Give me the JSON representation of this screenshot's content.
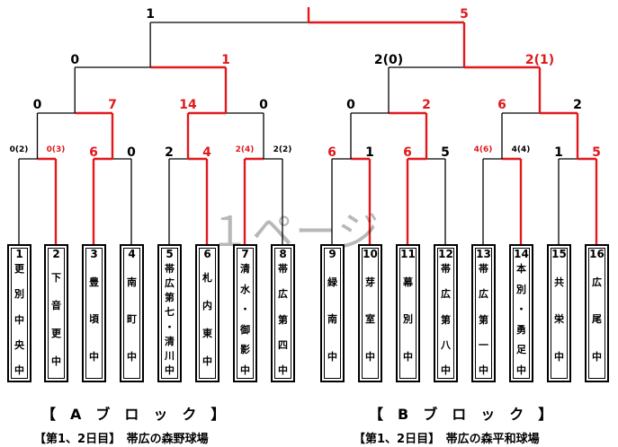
{
  "teams": [
    {
      "num": "1",
      "chars": [
        "更",
        "別",
        "中",
        "央",
        "中"
      ]
    },
    {
      "num": "2",
      "chars": [
        "下",
        "音",
        "更",
        "中"
      ]
    },
    {
      "num": "3",
      "chars": [
        "豊",
        "頃",
        "中"
      ]
    },
    {
      "num": "4",
      "chars": [
        "南",
        "町",
        "中"
      ]
    },
    {
      "num": "5",
      "chars": [
        "帯",
        "広",
        "第",
        "七",
        "・",
        "清",
        "川",
        "中"
      ]
    },
    {
      "num": "6",
      "chars": [
        "札",
        "内",
        "東",
        "中"
      ]
    },
    {
      "num": "7",
      "chars": [
        "清",
        "水",
        "・",
        "御",
        "影",
        "中"
      ]
    },
    {
      "num": "8",
      "chars": [
        "帯",
        "広",
        "第",
        "四",
        "中"
      ]
    },
    {
      "num": "9",
      "chars": [
        "緑",
        "南",
        "中"
      ]
    },
    {
      "num": "10",
      "chars": [
        "芽",
        "室",
        "中"
      ]
    },
    {
      "num": "11",
      "chars": [
        "幕",
        "別",
        "中"
      ]
    },
    {
      "num": "12",
      "chars": [
        "帯",
        "広",
        "第",
        "八",
        "中"
      ]
    },
    {
      "num": "13",
      "chars": [
        "帯",
        "広",
        "第",
        "一",
        "中"
      ]
    },
    {
      "num": "14",
      "chars": [
        "本",
        "別",
        "・",
        "勇",
        "足",
        "中"
      ]
    },
    {
      "num": "15",
      "chars": [
        "共",
        "栄",
        "中"
      ]
    },
    {
      "num": "16",
      "chars": [
        "広",
        "尾",
        "中"
      ]
    }
  ],
  "scores": [
    {
      "text": "0(2)",
      "color": "black",
      "size": "small"
    },
    {
      "text": "0(3)",
      "color": "red",
      "size": "small"
    },
    {
      "text": "6",
      "color": "red",
      "size": "big"
    },
    {
      "text": "0",
      "color": "black",
      "size": "big"
    },
    {
      "text": "2",
      "color": "black",
      "size": "big"
    },
    {
      "text": "4",
      "color": "red",
      "size": "big"
    },
    {
      "text": "2(4)",
      "color": "red",
      "size": "small"
    },
    {
      "text": "2(2)",
      "color": "black",
      "size": "small"
    },
    {
      "text": "6",
      "color": "red",
      "size": "big"
    },
    {
      "text": "1",
      "color": "black",
      "size": "big"
    },
    {
      "text": "6",
      "color": "red",
      "size": "big"
    },
    {
      "text": "5",
      "color": "black",
      "size": "big"
    },
    {
      "text": "4(6)",
      "color": "red",
      "size": "small"
    },
    {
      "text": "4(4)",
      "color": "black",
      "size": "small"
    },
    {
      "text": "1",
      "color": "black",
      "size": "big"
    },
    {
      "text": "5",
      "color": "red",
      "size": "big"
    },
    {
      "text": "0",
      "color": "black",
      "size": "big"
    },
    {
      "text": "7",
      "color": "red",
      "size": "big"
    },
    {
      "text": "14",
      "color": "red",
      "size": "big"
    },
    {
      "text": "0",
      "color": "black",
      "size": "big"
    },
    {
      "text": "0",
      "color": "black",
      "size": "big"
    },
    {
      "text": "2",
      "color": "red",
      "size": "big"
    },
    {
      "text": "6",
      "color": "red",
      "size": "big"
    },
    {
      "text": "2",
      "color": "black",
      "size": "big"
    },
    {
      "text": "0",
      "color": "black",
      "size": "big"
    },
    {
      "text": "1",
      "color": "red",
      "size": "big"
    },
    {
      "text": "2(0)",
      "color": "black",
      "size": "big"
    },
    {
      "text": "2(1)",
      "color": "red",
      "size": "big"
    },
    {
      "text": "1",
      "color": "black",
      "size": "big"
    },
    {
      "text": "5",
      "color": "red",
      "size": "big"
    }
  ],
  "watermark": "１ページ",
  "blocks": {
    "a": {
      "title": "【　A　ブ　ロ　ッ　ク　】",
      "venue": "【第1、2日目】　帯広の森野球場"
    },
    "b": {
      "title": "【　B　ブ　ロ　ッ　ク　】",
      "venue": "【第1、2日目】　帯広の森平和球場"
    }
  },
  "colors": {
    "winner": "#e0191d",
    "loser": "#000000"
  }
}
